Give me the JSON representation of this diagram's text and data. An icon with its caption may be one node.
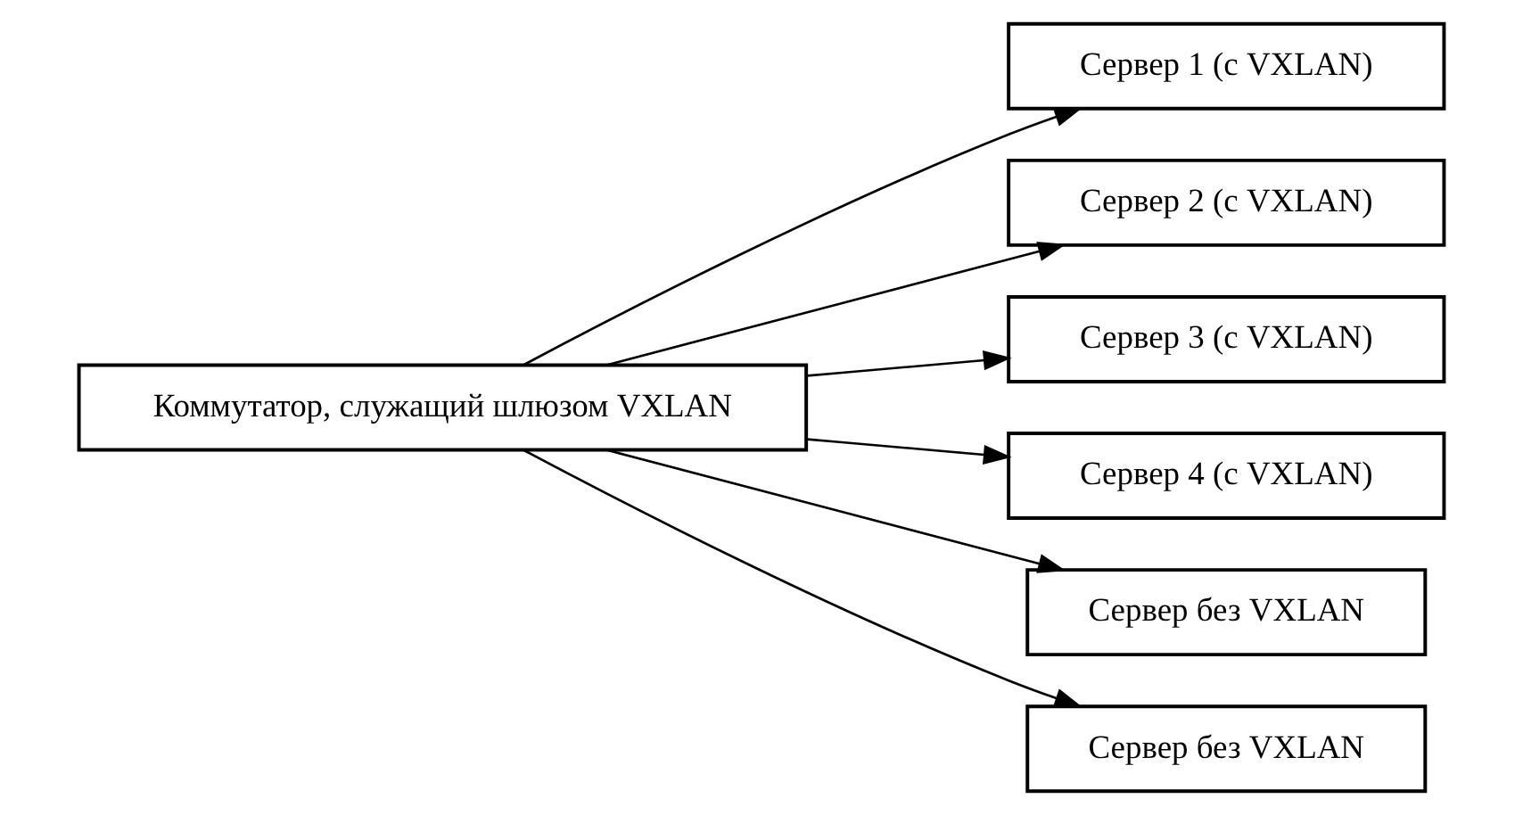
{
  "diagram": {
    "nodes": [
      {
        "text": [
          "Сервер 1 (с VXLAN)"
        ]
      },
      {
        "text": [
          "Сервер 2 (с VXLAN)"
        ]
      },
      {
        "text": [
          "Сервер 3 (с VXLAN)"
        ]
      },
      {
        "text": [
          "Сервер 4 (с VXLAN)"
        ]
      },
      {
        "text": [
          "Коммутатор, служащий шлюзом VXLAN"
        ]
      },
      {
        "text": [
          "Сервер без VXLAN"
        ]
      },
      {
        "text": [
          "Сервер без VXLAN"
        ]
      }
    ],
    "edges": [
      {
        "from": 4,
        "to": 0,
        "arrow": "to"
      },
      {
        "from": 4,
        "to": 1,
        "arrow": "to"
      },
      {
        "from": 4,
        "to": 2,
        "arrow": "to"
      },
      {
        "from": 4,
        "to": 3,
        "arrow": "to"
      },
      {
        "from": 4,
        "to": 5,
        "arrow": "to"
      },
      {
        "from": 4,
        "to": 6,
        "arrow": "to"
      }
    ]
  }
}
